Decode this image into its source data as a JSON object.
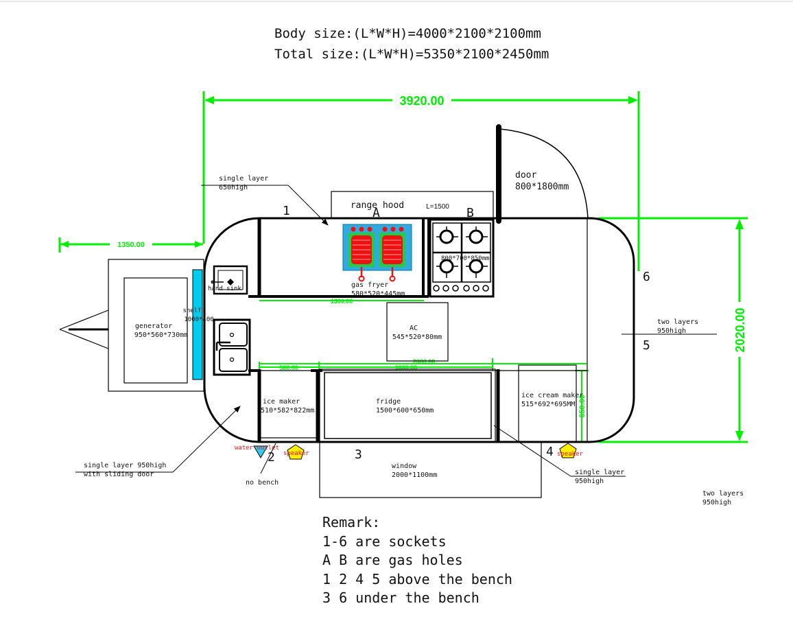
{
  "header": {
    "body_size": "Body size:(L*W*H)=4000*2100*2100mm",
    "total_size": "Total size:(L*W*H)=5350*2100*2450mm"
  },
  "dimensions": {
    "overall_length": "3920.00",
    "height": "2020.00",
    "hitch_length": "1350.00",
    "bench_1300": "1300.00",
    "bench_560": "560.00",
    "bench_1600": "1600.00",
    "bench_2000": "2000.00",
    "side_650": "650.00",
    "range_l": "L=1500"
  },
  "equipment": {
    "range_hood": "range hood",
    "door_label": "door",
    "door_size": "800*1800mm",
    "gas_fryer_label": "gas fryer",
    "gas_fryer_size": "580*520*445mm",
    "stove_size": "800*700*850mm",
    "hand_sink": "hand sink",
    "shelf_label": "shelf",
    "shelf_size": "1000*400",
    "generator_label": "generator",
    "generator_size": "950*560*730mm",
    "ac_label": "AC",
    "ac_size": "545*520*80mm",
    "ice_maker_label": "ice maker",
    "ice_maker_size": "510*582*822mm",
    "fridge_label": "fridge",
    "fridge_size": "1500*600*650mm",
    "ice_cream_label": "ice cream maker",
    "ice_cream_size": "515*692*695MM",
    "window_label": "window",
    "window_size": "2000*1100mm",
    "water_outlet": "water outlet",
    "speaker": "speaker"
  },
  "annotations": {
    "single_layer_top_1": "single layer",
    "single_layer_top_2": "650high",
    "single_layer_left_1": "single layer 950high",
    "single_layer_left_2": "with sliding door",
    "single_layer_right_1": "single layer",
    "single_layer_right_2": "950high",
    "two_layers_1": "two layers",
    "two_layers_2": "950high",
    "two_layers_far_1": "two layers",
    "two_layers_far_2": "950high",
    "no_bench": "no bench"
  },
  "markers": {
    "socket_1": "1",
    "socket_2": "2",
    "socket_3": "3",
    "socket_4": "4",
    "socket_5": "5",
    "socket_6": "6",
    "gas_a": "A",
    "gas_b": "B"
  },
  "remark": {
    "title": "Remark:",
    "lines": [
      "1-6 are sockets",
      "A B are gas holes",
      "1 2 4 5 above the bench",
      "3 6 under the bench"
    ]
  },
  "colors": {
    "dimension": "#00ee00",
    "wall": "#000000",
    "shelf_fill": "#00ccee",
    "fryer_frame": "#33aadd",
    "fryer_basket": "#ee1111",
    "speaker": "#ffee00",
    "label_red": "#ee1111"
  }
}
